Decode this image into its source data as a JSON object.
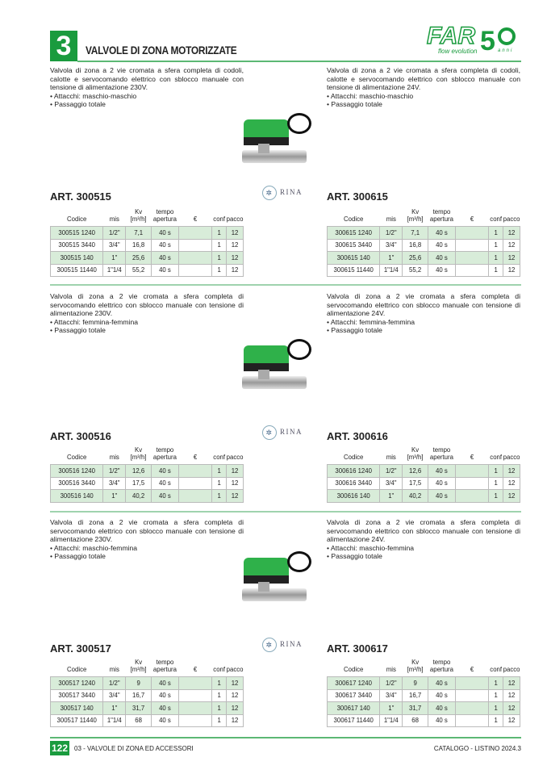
{
  "header": {
    "chapter": "3",
    "title": "VALVOLE DI ZONA MOTORIZZATE",
    "logo_text": "FAR",
    "logo_sub": "flow evolution",
    "logo_num": "5",
    "logo_anni": "anni"
  },
  "certification": "RINA",
  "table_headers": {
    "codice": "Codice",
    "mis": "mis",
    "kv": "Kv",
    "kv_unit": "[m³/h]",
    "tempo": "tempo",
    "tempo2": "apertura",
    "euro": "€",
    "conf": "conf",
    "pacco": "pacco"
  },
  "sections": [
    {
      "left": {
        "desc": "Valvola di zona a 2 vie cromata a sfera completa di codoli, calotte e servocomando elettrico con sblocco manuale con tensione di alimentazione 230V.",
        "bullets": [
          "Attacchi: maschio-maschio",
          "Passaggio totale"
        ],
        "art": "ART. 300515",
        "rows": [
          [
            "300515 1240",
            "1/2\"",
            "7,1",
            "40 s",
            "",
            "1",
            "12"
          ],
          [
            "300515 3440",
            "3/4\"",
            "16,8",
            "40 s",
            "",
            "1",
            "12"
          ],
          [
            "300515 140",
            "1\"",
            "25,6",
            "40 s",
            "",
            "1",
            "12"
          ],
          [
            "300515 11440",
            "1\"1/4",
            "55,2",
            "40 s",
            "",
            "1",
            "12"
          ]
        ]
      },
      "right": {
        "desc": "Valvola di zona a 2 vie cromata a sfera completa di codoli, calotte e servocomando elettrico con sblocco manuale con tensione di alimentazione 24V.",
        "bullets": [
          "Attacchi: maschio-maschio",
          "Passaggio totale"
        ],
        "art": "ART. 300615",
        "rows": [
          [
            "300615 1240",
            "1/2\"",
            "7,1",
            "40 s",
            "",
            "1",
            "12"
          ],
          [
            "300615 3440",
            "3/4\"",
            "16,8",
            "40 s",
            "",
            "1",
            "12"
          ],
          [
            "300615 140",
            "1\"",
            "25,6",
            "40 s",
            "",
            "1",
            "12"
          ],
          [
            "300615 11440",
            "1\"1/4",
            "55,2",
            "40 s",
            "",
            "1",
            "12"
          ]
        ]
      }
    },
    {
      "left": {
        "desc": "Valvola di zona a 2 vie cromata a sfera completa di servocomando elettrico con sblocco manuale con tensione di alimentazione 230V.",
        "bullets": [
          "Attacchi: femmina-femmina",
          "Passaggio totale"
        ],
        "art": "ART. 300516",
        "rows": [
          [
            "300516 1240",
            "1/2\"",
            "12,6",
            "40 s",
            "",
            "1",
            "12"
          ],
          [
            "300516 3440",
            "3/4\"",
            "17,5",
            "40 s",
            "",
            "1",
            "12"
          ],
          [
            "300516 140",
            "1\"",
            "40,2",
            "40 s",
            "",
            "1",
            "12"
          ]
        ]
      },
      "right": {
        "desc": "Valvola di zona a 2 vie cromata a sfera completa di servocomando elettrico con sblocco manuale con tensione di alimentazione 24V.",
        "bullets": [
          "Attacchi: femmina-femmina",
          "Passaggio totale"
        ],
        "art": "ART. 300616",
        "rows": [
          [
            "300616 1240",
            "1/2\"",
            "12,6",
            "40 s",
            "",
            "1",
            "12"
          ],
          [
            "300616 3440",
            "3/4\"",
            "17,5",
            "40 s",
            "",
            "1",
            "12"
          ],
          [
            "300616 140",
            "1\"",
            "40,2",
            "40 s",
            "",
            "1",
            "12"
          ]
        ]
      }
    },
    {
      "left": {
        "desc": "Valvola di zona a 2 vie cromata a sfera completa di servocomando elettrico con sblocco manuale con tensione di alimentazione 230V.",
        "bullets": [
          "Attacchi: maschio-femmina",
          "Passaggio totale"
        ],
        "art": "ART. 300517",
        "rows": [
          [
            "300517 1240",
            "1/2\"",
            "9",
            "40 s",
            "",
            "1",
            "12"
          ],
          [
            "300517 3440",
            "3/4\"",
            "16,7",
            "40 s",
            "",
            "1",
            "12"
          ],
          [
            "300517 140",
            "1\"",
            "31,7",
            "40 s",
            "",
            "1",
            "12"
          ],
          [
            "300517 11440",
            "1\"1/4",
            "68",
            "40 s",
            "",
            "1",
            "12"
          ]
        ]
      },
      "right": {
        "desc": "Valvola di zona a 2 vie cromata a sfera completa di servocomando elettrico con sblocco manuale con tensione di alimentazione 24V.",
        "bullets": [
          "Attacchi: maschio-femmina",
          "Passaggio totale"
        ],
        "art": "ART. 300617",
        "rows": [
          [
            "300617 1240",
            "1/2\"",
            "9",
            "40 s",
            "",
            "1",
            "12"
          ],
          [
            "300617 3440",
            "3/4\"",
            "16,7",
            "40 s",
            "",
            "1",
            "12"
          ],
          [
            "300617 140",
            "1\"",
            "31,7",
            "40 s",
            "",
            "1",
            "12"
          ],
          [
            "300617 11440",
            "1\"1/4",
            "68",
            "40 s",
            "",
            "1",
            "12"
          ]
        ]
      }
    }
  ],
  "footer": {
    "page": "122",
    "section": "03 - VALVOLE DI ZONA ED ACCESSORI",
    "catalog": "CATALOGO - LISTINO 2024.3"
  }
}
